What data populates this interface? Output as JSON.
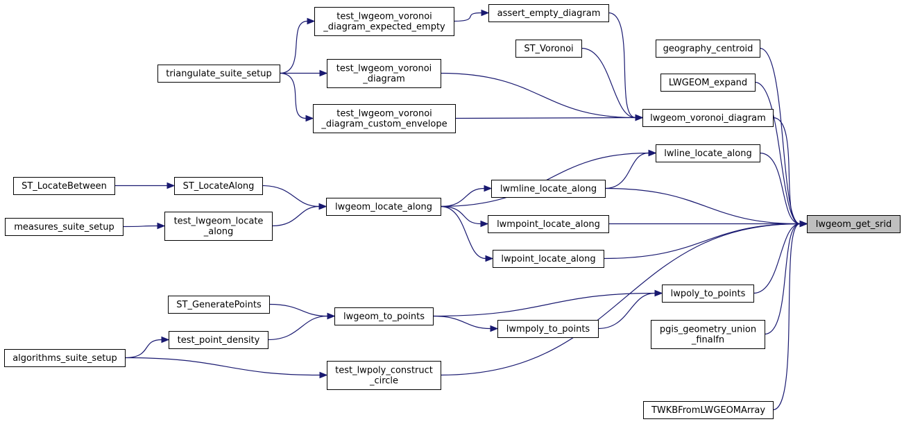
{
  "graph": {
    "edge_color": "#191970",
    "target_fill": "#bfbfbf",
    "nodes": [
      {
        "id": "lwgeom_get_srid",
        "lines": [
          "lwgeom_get_srid"
        ],
        "target": true
      },
      {
        "id": "geography_centroid",
        "lines": [
          "geography_centroid"
        ]
      },
      {
        "id": "LWGEOM_expand",
        "lines": [
          "LWGEOM_expand"
        ]
      },
      {
        "id": "lwgeom_voronoi_diagram",
        "lines": [
          "lwgeom_voronoi_diagram"
        ]
      },
      {
        "id": "lwline_locate_along",
        "lines": [
          "lwline_locate_along"
        ]
      },
      {
        "id": "lwmline_locate_along",
        "lines": [
          "lwmline_locate_along"
        ]
      },
      {
        "id": "lwmpoint_locate_along",
        "lines": [
          "lwmpoint_locate_along"
        ]
      },
      {
        "id": "lwpoint_locate_along",
        "lines": [
          "lwpoint_locate_along"
        ]
      },
      {
        "id": "lwpoly_to_points",
        "lines": [
          "lwpoly_to_points"
        ]
      },
      {
        "id": "pgis_geometry_union_finalfn",
        "lines": [
          "pgis_geometry_union",
          "_finalfn"
        ]
      },
      {
        "id": "test_lwpoly_construct_circle",
        "lines": [
          "test_lwpoly_construct",
          "_circle"
        ]
      },
      {
        "id": "TWKBFromLWGEOMArray",
        "lines": [
          "TWKBFromLWGEOMArray"
        ]
      },
      {
        "id": "assert_empty_diagram",
        "lines": [
          "assert_empty_diagram"
        ]
      },
      {
        "id": "ST_Voronoi",
        "lines": [
          "ST_Voronoi"
        ]
      },
      {
        "id": "test_lwgeom_voronoi_diagram",
        "lines": [
          "test_lwgeom_voronoi",
          "_diagram"
        ]
      },
      {
        "id": "test_lwgeom_voronoi_diagram_custom_envelope",
        "lines": [
          "test_lwgeom_voronoi",
          "_diagram_custom_envelope"
        ]
      },
      {
        "id": "test_lwgeom_voronoi_diagram_expected_empty",
        "lines": [
          "test_lwgeom_voronoi",
          "_diagram_expected_empty"
        ]
      },
      {
        "id": "triangulate_suite_setup",
        "lines": [
          "triangulate_suite_setup"
        ]
      },
      {
        "id": "lwgeom_locate_along",
        "lines": [
          "lwgeom_locate_along"
        ]
      },
      {
        "id": "ST_LocateAlong",
        "lines": [
          "ST_LocateAlong"
        ]
      },
      {
        "id": "test_lwgeom_locate_along",
        "lines": [
          "test_lwgeom_locate",
          "_along"
        ]
      },
      {
        "id": "ST_LocateBetween",
        "lines": [
          "ST_LocateBetween"
        ]
      },
      {
        "id": "measures_suite_setup",
        "lines": [
          "measures_suite_setup"
        ]
      },
      {
        "id": "lwgeom_to_points",
        "lines": [
          "lwgeom_to_points"
        ]
      },
      {
        "id": "lwmpoly_to_points",
        "lines": [
          "lwmpoly_to_points"
        ]
      },
      {
        "id": "ST_GeneratePoints",
        "lines": [
          "ST_GeneratePoints"
        ]
      },
      {
        "id": "test_point_density",
        "lines": [
          "test_point_density"
        ]
      },
      {
        "id": "algorithms_suite_setup",
        "lines": [
          "algorithms_suite_setup"
        ]
      }
    ],
    "edges": [
      {
        "from": "geography_centroid",
        "to": "lwgeom_get_srid"
      },
      {
        "from": "LWGEOM_expand",
        "to": "lwgeom_get_srid"
      },
      {
        "from": "lwgeom_voronoi_diagram",
        "to": "lwgeom_get_srid"
      },
      {
        "from": "lwline_locate_along",
        "to": "lwgeom_get_srid"
      },
      {
        "from": "lwmline_locate_along",
        "to": "lwgeom_get_srid"
      },
      {
        "from": "lwmpoint_locate_along",
        "to": "lwgeom_get_srid"
      },
      {
        "from": "lwpoint_locate_along",
        "to": "lwgeom_get_srid"
      },
      {
        "from": "lwpoly_to_points",
        "to": "lwgeom_get_srid"
      },
      {
        "from": "pgis_geometry_union_finalfn",
        "to": "lwgeom_get_srid"
      },
      {
        "from": "test_lwpoly_construct_circle",
        "to": "lwgeom_get_srid"
      },
      {
        "from": "TWKBFromLWGEOMArray",
        "to": "lwgeom_get_srid"
      },
      {
        "from": "assert_empty_diagram",
        "to": "lwgeom_voronoi_diagram"
      },
      {
        "from": "ST_Voronoi",
        "to": "lwgeom_voronoi_diagram"
      },
      {
        "from": "test_lwgeom_voronoi_diagram",
        "to": "lwgeom_voronoi_diagram"
      },
      {
        "from": "test_lwgeom_voronoi_diagram_custom_envelope",
        "to": "lwgeom_voronoi_diagram"
      },
      {
        "from": "test_lwgeom_voronoi_diagram_expected_empty",
        "to": "assert_empty_diagram"
      },
      {
        "from": "triangulate_suite_setup",
        "to": "test_lwgeom_voronoi_diagram_expected_empty"
      },
      {
        "from": "triangulate_suite_setup",
        "to": "test_lwgeom_voronoi_diagram"
      },
      {
        "from": "triangulate_suite_setup",
        "to": "test_lwgeom_voronoi_diagram_custom_envelope"
      },
      {
        "from": "lwgeom_locate_along",
        "to": "lwline_locate_along"
      },
      {
        "from": "lwmline_locate_along",
        "to": "lwline_locate_along"
      },
      {
        "from": "lwgeom_locate_along",
        "to": "lwmline_locate_along"
      },
      {
        "from": "lwgeom_locate_along",
        "to": "lwmpoint_locate_along"
      },
      {
        "from": "lwgeom_locate_along",
        "to": "lwpoint_locate_along"
      },
      {
        "from": "ST_LocateAlong",
        "to": "lwgeom_locate_along"
      },
      {
        "from": "test_lwgeom_locate_along",
        "to": "lwgeom_locate_along"
      },
      {
        "from": "ST_LocateBetween",
        "to": "ST_LocateAlong"
      },
      {
        "from": "measures_suite_setup",
        "to": "test_lwgeom_locate_along"
      },
      {
        "from": "lwgeom_to_points",
        "to": "lwpoly_to_points"
      },
      {
        "from": "lwmpoly_to_points",
        "to": "lwpoly_to_points"
      },
      {
        "from": "lwgeom_to_points",
        "to": "lwmpoly_to_points"
      },
      {
        "from": "ST_GeneratePoints",
        "to": "lwgeom_to_points"
      },
      {
        "from": "test_point_density",
        "to": "lwgeom_to_points"
      },
      {
        "from": "algorithms_suite_setup",
        "to": "test_point_density"
      },
      {
        "from": "algorithms_suite_setup",
        "to": "test_lwpoly_construct_circle"
      }
    ]
  }
}
